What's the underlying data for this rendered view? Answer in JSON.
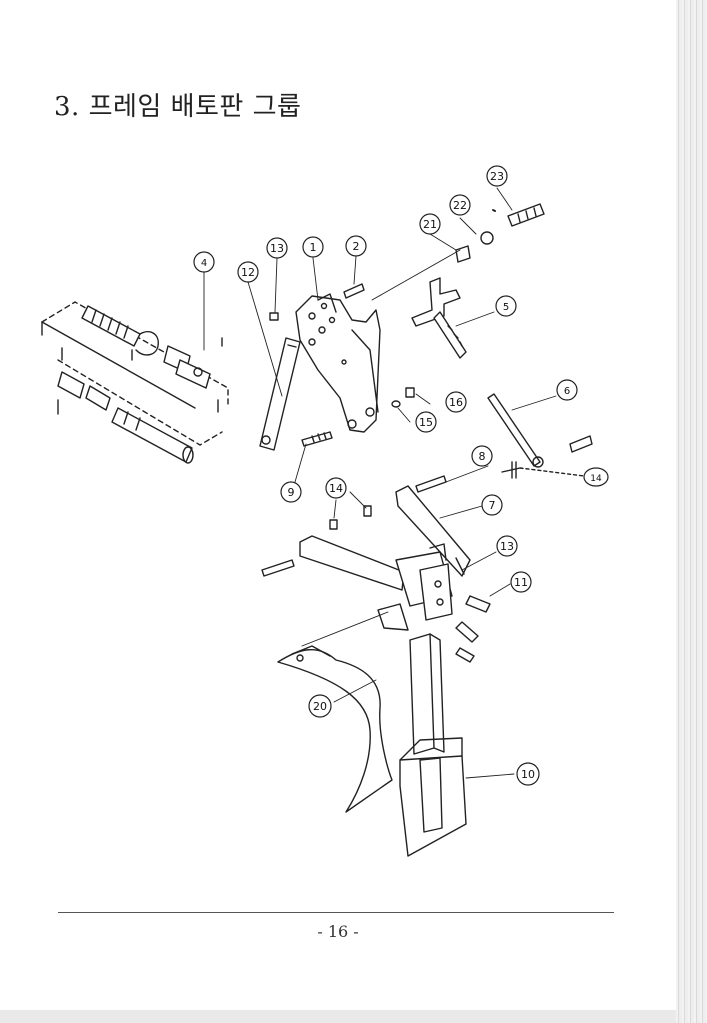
{
  "title": "3. 프레임 배토판 그룹",
  "page_number": "- 16 -",
  "callouts": {
    "c1": "1",
    "c2": "2",
    "c4": "4",
    "c5": "5",
    "c6": "6",
    "c7": "7",
    "c8": "8",
    "c9": "9",
    "c10": "10",
    "c11": "11",
    "c12": "12",
    "c13a": "13",
    "c13b": "13",
    "c14a": "14",
    "c14b": "14",
    "c15": "15",
    "c16": "16",
    "c20": "20",
    "c21": "21",
    "c22": "22",
    "c23": "23"
  }
}
